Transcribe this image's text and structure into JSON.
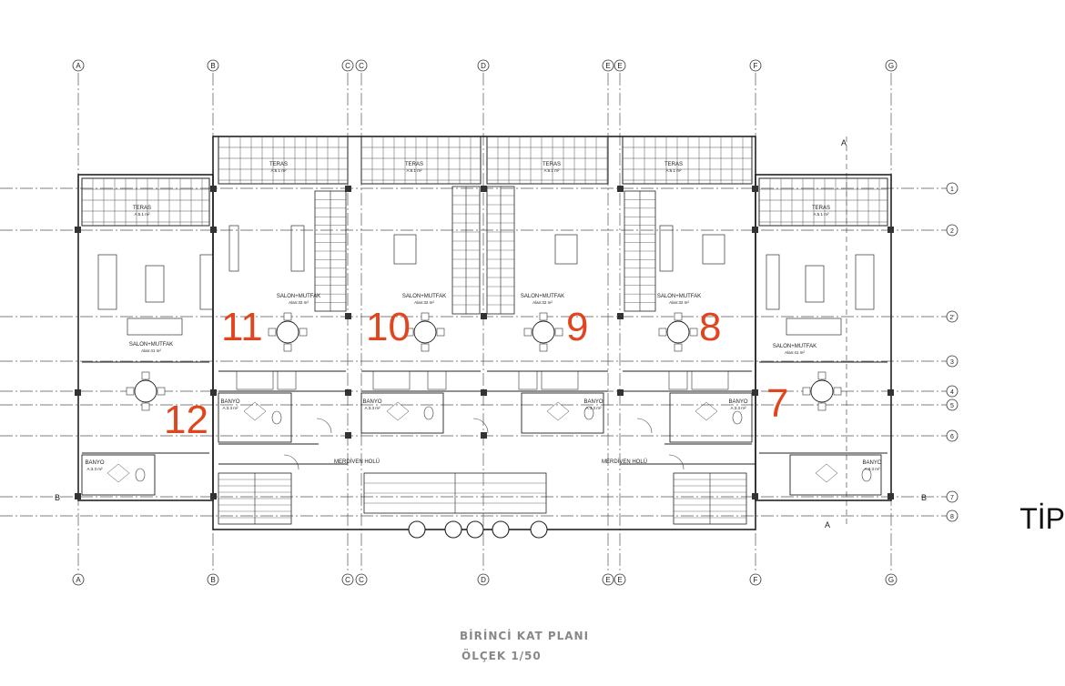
{
  "axis_letters": [
    "A",
    "B",
    "C",
    "C",
    "D",
    "E",
    "E",
    "F",
    "G"
  ],
  "axis_numbers": [
    "1",
    "2",
    "2'",
    "3",
    "4",
    "5",
    "6",
    "7",
    "8"
  ],
  "section_marks": [
    "A",
    "A",
    "B",
    "B"
  ],
  "unit_numbers": [
    "11",
    "10",
    "9",
    "8",
    "7",
    "12"
  ],
  "rooms": {
    "teras": "TERAS",
    "teras_area_small": "A:6.1 m²",
    "teras_area_side": "A:5.1 m²",
    "salon": "SALON+MUTFAK",
    "salon_area_mid": "Alan:32 m²",
    "salon_area_side": "Alan:41 m²",
    "banyo": "BANYO",
    "banyo_area": "A:3.3 m²",
    "merdiven": "MERDİVEN HOLÜ"
  },
  "side_label": "TİP",
  "drawing_title": "BİRİNCİ KAT PLANI",
  "drawing_scale": "ÖLÇEK 1/50"
}
